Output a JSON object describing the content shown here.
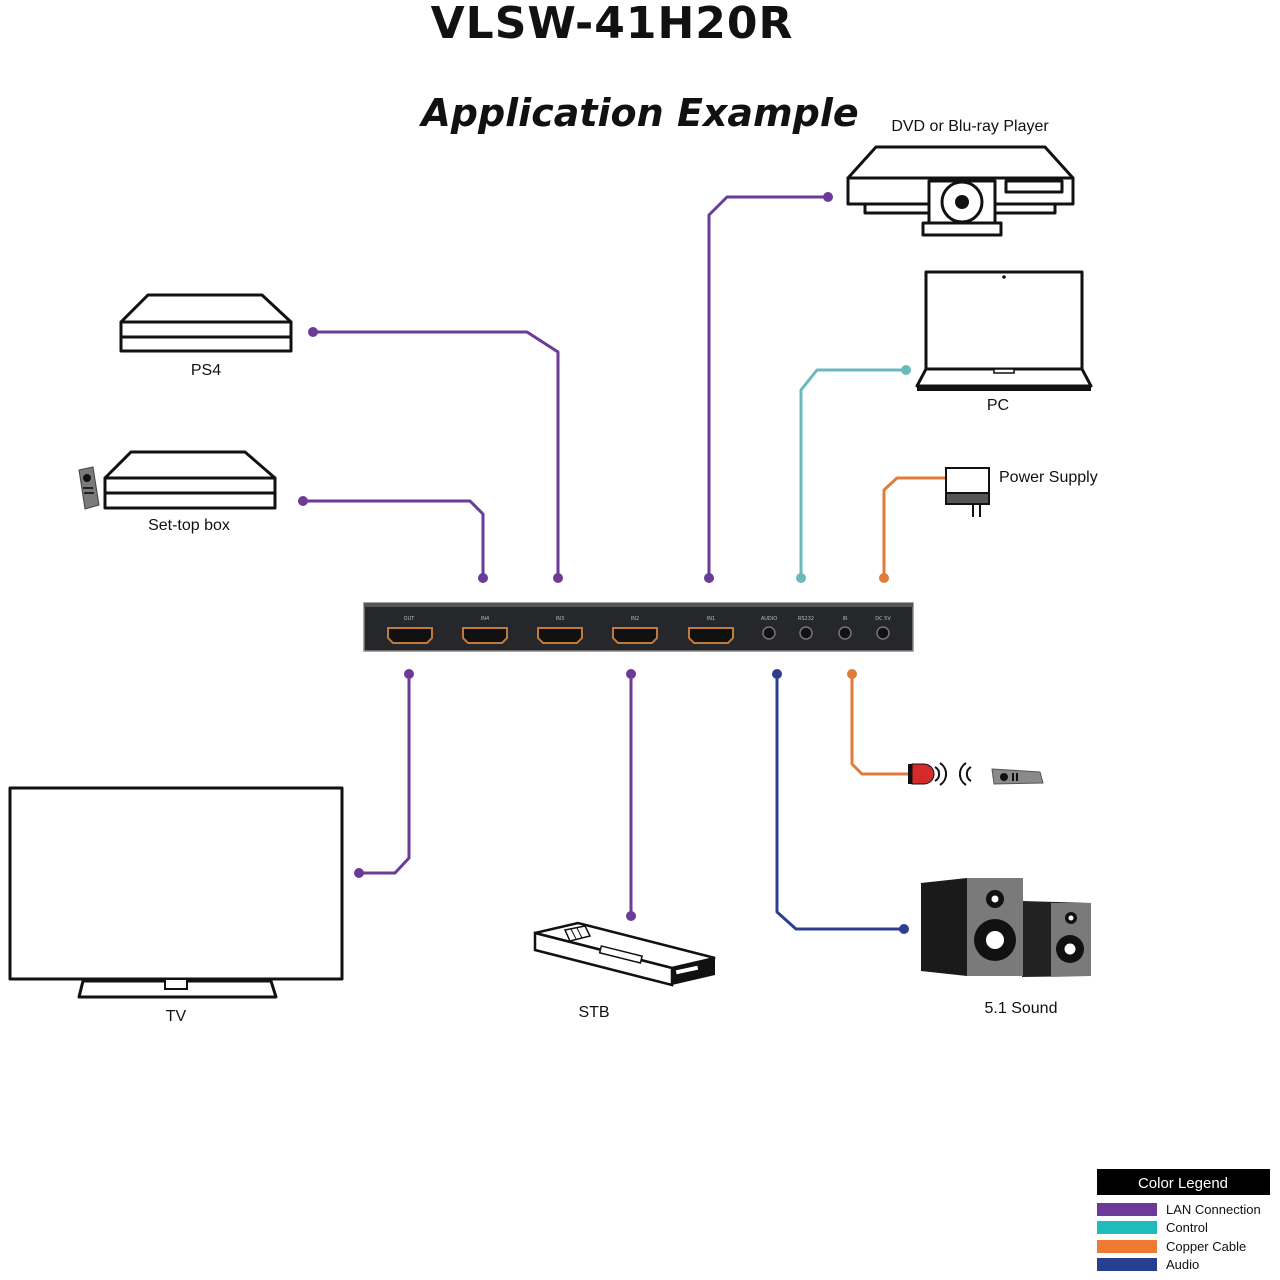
{
  "title": "VLSW-41H20R",
  "subtitle": "Application Example",
  "devices": {
    "dvd": "DVD or Blu-ray Player",
    "ps4": "PS4",
    "settop": "Set-top box",
    "pc": "PC",
    "power": "Power Supply",
    "tv": "TV",
    "stb": "STB",
    "sound": "5.1 Sound"
  },
  "legend": {
    "title": "Color Legend",
    "items": [
      {
        "label": "LAN Connection",
        "color": "#6c3a97"
      },
      {
        "label": "Control",
        "color": "#1fbcbc"
      },
      {
        "label": "Copper Cable",
        "color": "#ee7b31"
      },
      {
        "label": "Audio",
        "color": "#283e8f"
      }
    ]
  },
  "colors": {
    "hdmi": "#6c3a97",
    "control": "#6bb9bb",
    "power": "#e07b3c",
    "audio": "#2f3e8f",
    "ir": "#e07b3c"
  }
}
